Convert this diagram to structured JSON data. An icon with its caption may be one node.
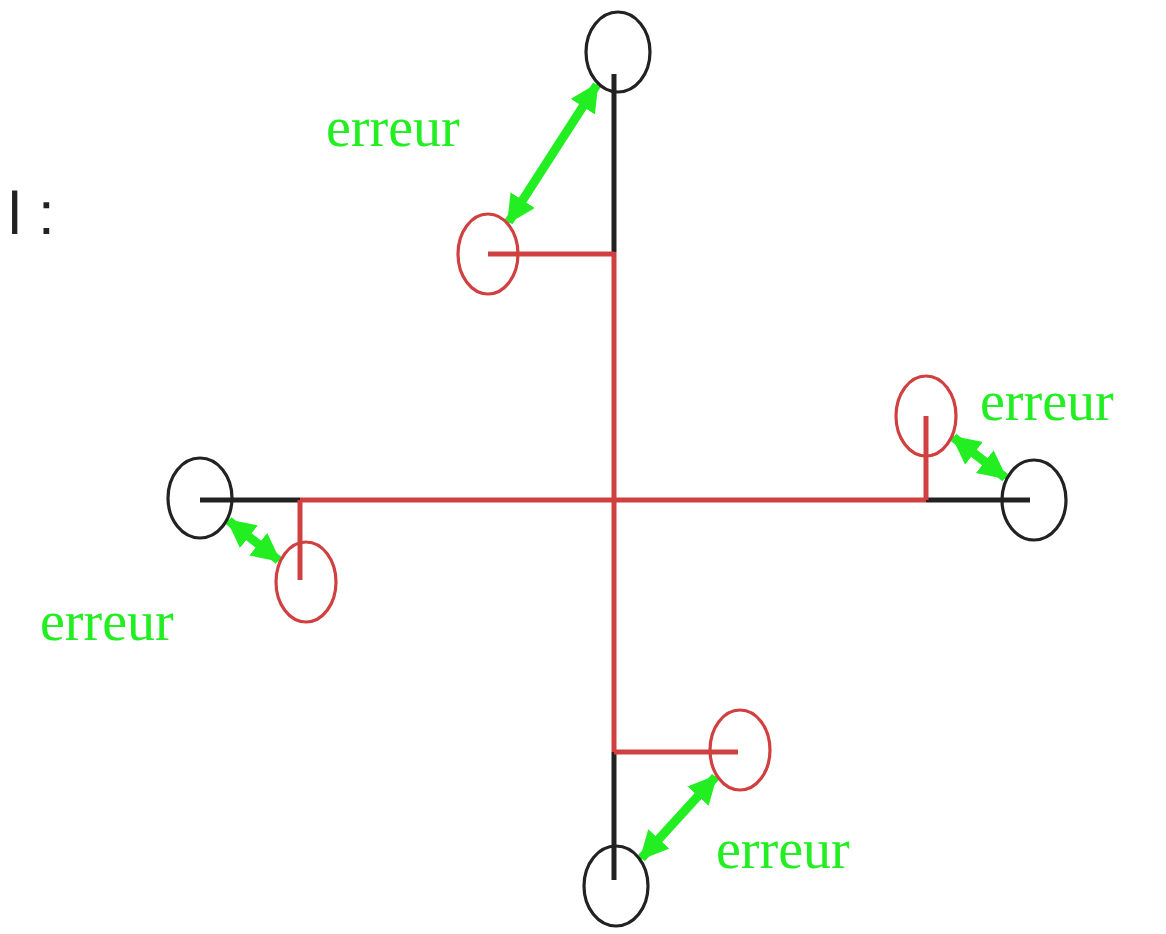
{
  "diagram": {
    "nodes": [
      {
        "text": [],
        "shape": "circle"
      },
      {
        "text": [],
        "shape": "circle"
      },
      {
        "text": [],
        "shape": "circle"
      },
      {
        "text": [],
        "shape": "circle"
      },
      {
        "text": [],
        "shape": "circle"
      },
      {
        "text": [],
        "shape": "circle"
      },
      {
        "text": [],
        "shape": "circle"
      },
      {
        "text": [],
        "shape": "circle"
      }
    ],
    "edges": [
      {
        "from": 0,
        "to": 1,
        "label": "erreur",
        "arrow": "both"
      },
      {
        "from": 2,
        "to": 3,
        "label": "erreur",
        "arrow": "both"
      },
      {
        "from": 4,
        "to": 5,
        "label": "erreur",
        "arrow": "both"
      },
      {
        "from": 6,
        "to": 7,
        "label": "erreur",
        "arrow": "both"
      }
    ],
    "labels": [
      "l :"
    ]
  }
}
